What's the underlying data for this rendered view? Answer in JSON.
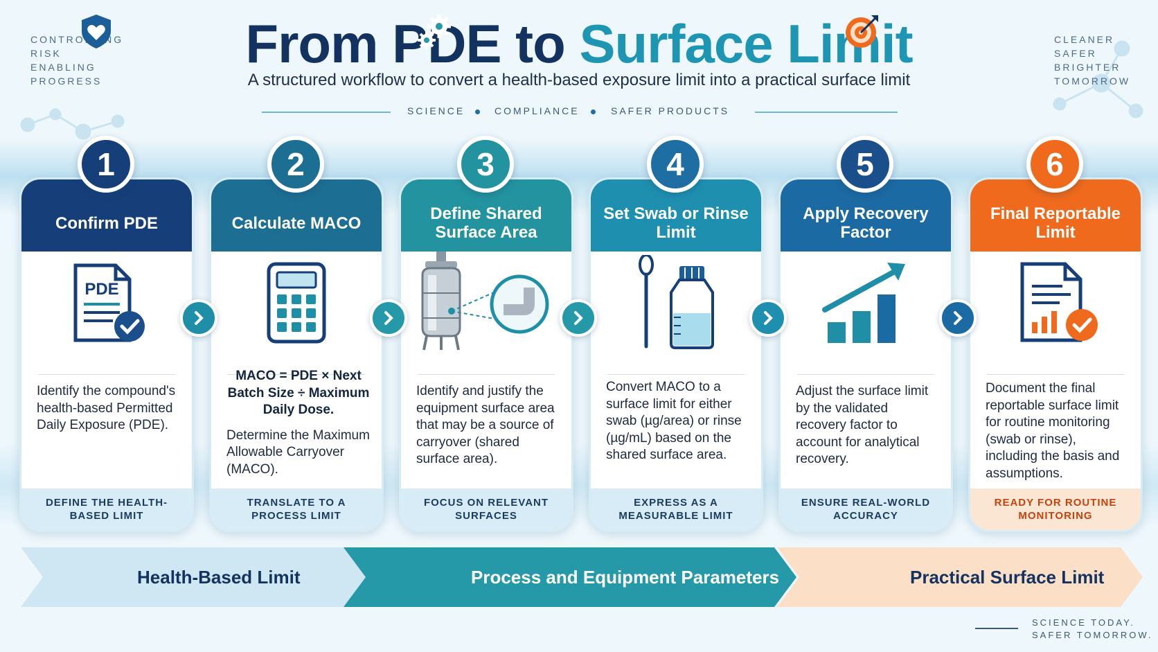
{
  "header": {
    "title_part1": "From PDE to",
    "title_part2": "Surface Limit",
    "subtitle": "A structured workflow to convert a health-based exposure limit into a practical surface limit",
    "tagline": [
      "SCIENCE",
      "COMPLIANCE",
      "SAFER PRODUCTS"
    ],
    "left_words": [
      "CONTROLLING",
      "RISK",
      "ENABLING",
      "PROGRESS"
    ],
    "right_words": [
      "CLEANER",
      "SAFER",
      "BRIGHTER",
      "TOMORROW"
    ]
  },
  "colors": {
    "navy": "#163f7a",
    "blue": "#1c6aa3",
    "teal": "#1f8fa8",
    "teal_light": "#2a9fb5",
    "orange": "#ef6a1c",
    "band1": "#cfe6f3",
    "band2": "#2699a9",
    "band3": "#fbe0c7"
  },
  "steps": [
    {
      "number": "1",
      "title": "Confirm PDE",
      "icon": "pde-document-check-icon",
      "icon_text": "PDE",
      "formula": "",
      "description": "Identify the compound's health-based Permitted Daily Exposure (PDE).",
      "footer": "DEFINE THE HEALTH-BASED LIMIT"
    },
    {
      "number": "2",
      "title": "Calculate MACO",
      "icon": "calculator-icon",
      "formula": "MACO = PDE × Next Batch Size ÷ Maximum Daily Dose.",
      "description": "Determine the Maximum Allowable Carryover (MACO).",
      "footer": "TRANSLATE TO A PROCESS LIMIT"
    },
    {
      "number": "3",
      "title": "Define Shared Surface Area",
      "icon": "equipment-vessel-icon",
      "formula": "",
      "description": "Identify and justify the equipment surface area that may be a source of carryover (shared surface area).",
      "footer": "FOCUS ON RELEVANT SURFACES"
    },
    {
      "number": "4",
      "title": "Set Swab or Rinse Limit",
      "icon": "swab-and-bottle-icon",
      "formula": "",
      "description": "Convert MACO to a surface limit for either swab (µg/area) or rinse (µg/mL) based on the shared surface area.",
      "footer": "EXPRESS AS A MEASURABLE LIMIT"
    },
    {
      "number": "5",
      "title": "Apply Recovery Factor",
      "icon": "growth-chart-icon",
      "formula": "",
      "description": "Adjust the surface limit by the validated recovery factor to account for analytical recovery.",
      "footer": "ENSURE REAL-WORLD ACCURACY"
    },
    {
      "number": "6",
      "title": "Final Reportable Limit",
      "icon": "report-document-check-icon",
      "formula": "",
      "description": "Document the final reportable surface limit for routine monitoring (swab or rinse), including the basis and assumptions.",
      "footer": "READY FOR ROUTINE MONITORING"
    }
  ],
  "bands": [
    {
      "label": "Health-Based Limit",
      "icon": "shield-heart-icon"
    },
    {
      "label": "Process and Equipment Parameters",
      "icon": "gears-icon"
    },
    {
      "label": "Practical Surface Limit",
      "icon": "target-icon"
    }
  ],
  "footer_words": [
    "SCIENCE TODAY.",
    "SAFER TOMORROW."
  ]
}
